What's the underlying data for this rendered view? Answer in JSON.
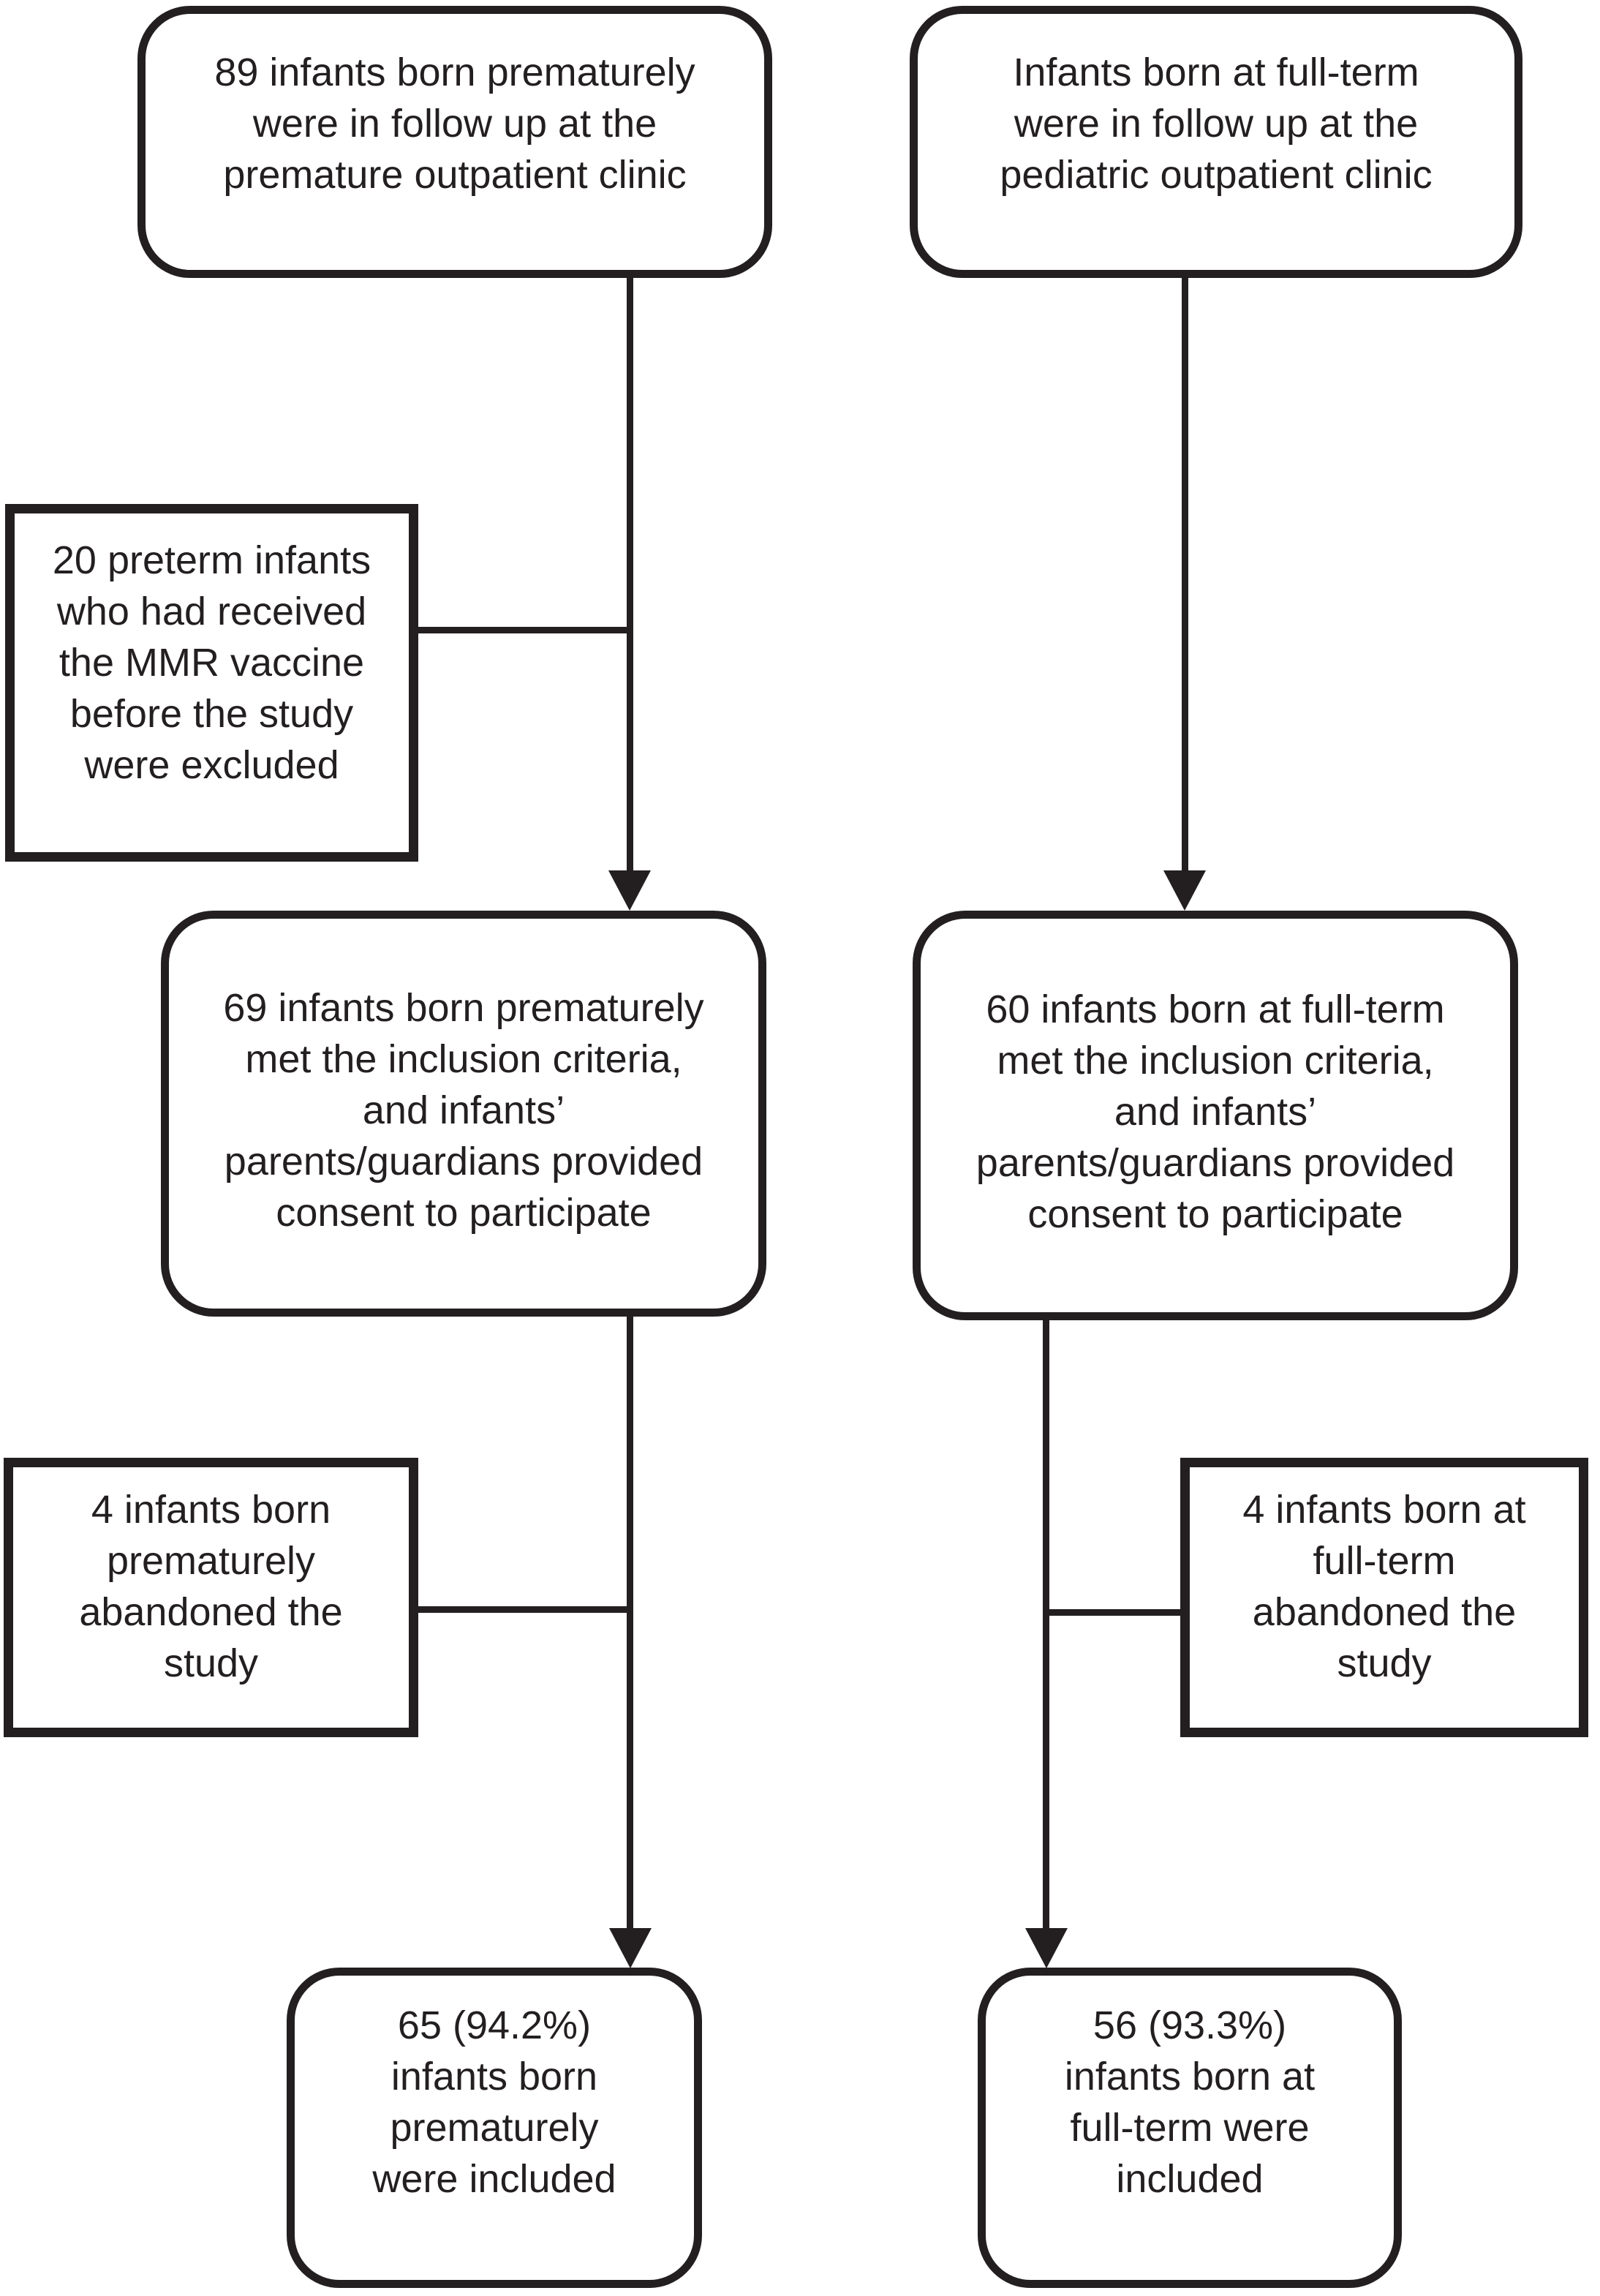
{
  "style": {
    "ink_color": "#231f20",
    "background_color": "#ffffff"
  },
  "figure": {
    "kind": "study-flow-diagram"
  },
  "nodes": {
    "premature_start": {
      "text": "89 infants born prematurely\nwere in follow up at the\npremature outpatient clinic"
    },
    "fullterm_start": {
      "text": "Infants born at full-term\nwere in follow up at the\npediatric outpatient clinic"
    },
    "excluded": {
      "text": "20 preterm infants\nwho had received\nthe MMR vaccine\nbefore the study\nwere excluded"
    },
    "premature_consented": {
      "text": "69 infants born prematurely\nmet the inclusion criteria,\nand infants’\nparents/guardians provided\nconsent to participate"
    },
    "fullterm_consented": {
      "text": "60 infants born at full-term\nmet the inclusion criteria,\nand infants’\nparents/guardians provided\nconsent to participate"
    },
    "premature_abandoned": {
      "text": "4 infants born\nprematurely\nabandoned the\nstudy"
    },
    "fullterm_abandoned": {
      "text": "4 infants born at\nfull-term\nabandoned the\nstudy"
    },
    "premature_included": {
      "text": "65 (94.2%)\ninfants born\nprematurely\nwere included"
    },
    "fullterm_included": {
      "text": "56 (93.3%)\ninfants born at\nfull-term were\nincluded"
    }
  },
  "edges": [
    {
      "from": "premature_start",
      "to": "premature_consented",
      "kind": "arrow"
    },
    {
      "from": "fullterm_start",
      "to": "fullterm_consented",
      "kind": "arrow"
    },
    {
      "from": "premature_consented",
      "to": "premature_included",
      "kind": "arrow"
    },
    {
      "from": "fullterm_consented",
      "to": "fullterm_included",
      "kind": "arrow"
    },
    {
      "from": "excluded",
      "joins": "premature_start-premature_consented",
      "kind": "branch-line"
    },
    {
      "from": "premature_abandoned",
      "joins": "premature_consented-premature_included",
      "kind": "branch-line"
    },
    {
      "from": "fullterm_abandoned",
      "joins": "fullterm_consented-fullterm_included",
      "kind": "branch-line"
    }
  ]
}
